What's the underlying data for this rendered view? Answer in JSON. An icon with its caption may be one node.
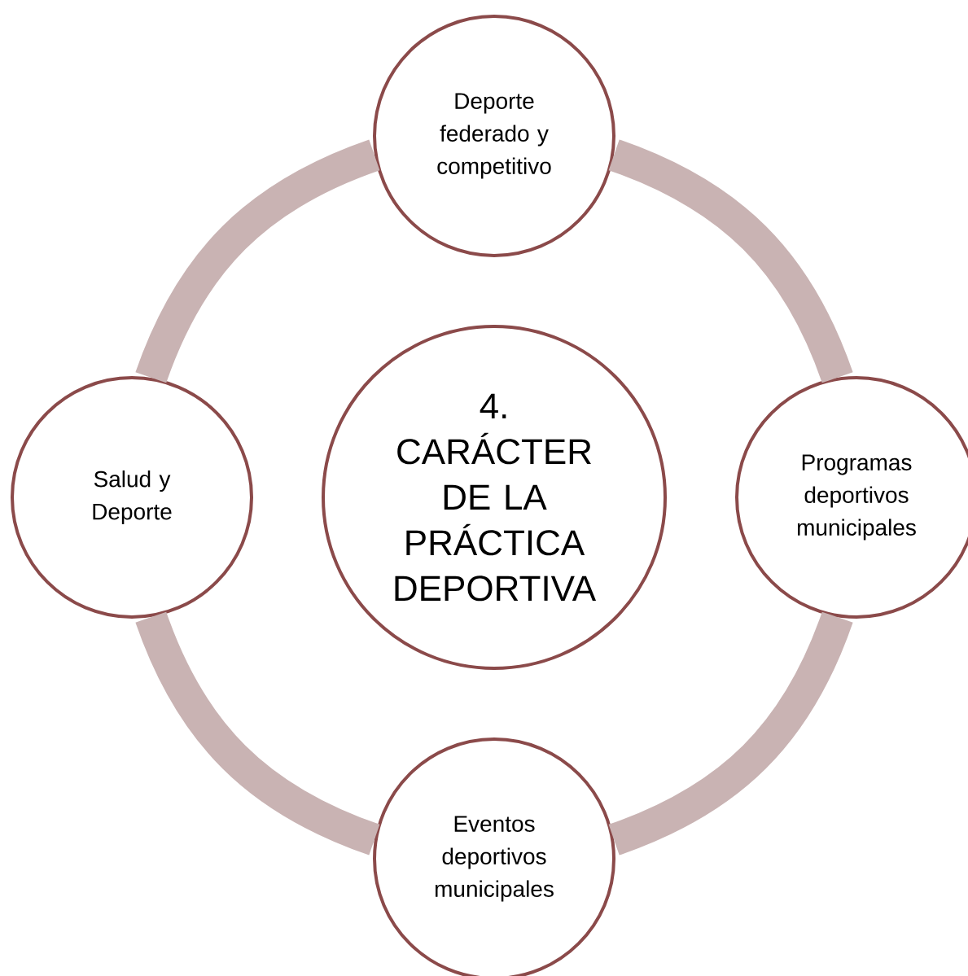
{
  "diagram": {
    "nodes": [
      {
        "text": [
          "Deporte federado y competitivo"
        ]
      },
      {
        "text": [
          "Salud y Deporte"
        ]
      },
      {
        "text": [
          "4.",
          "CARÁCTER DE LA PRÁCTICA DEPORTIVA"
        ]
      },
      {
        "text": [
          "Programas deportivos municipales"
        ]
      },
      {
        "text": [
          "Eventos deportivos municipales"
        ]
      }
    ],
    "edges": [
      {
        "from": 0,
        "to": 3,
        "arrow": "none"
      },
      {
        "from": 3,
        "to": 4,
        "arrow": "none"
      },
      {
        "from": 4,
        "to": 1,
        "arrow": "none"
      },
      {
        "from": 1,
        "to": 0,
        "arrow": "none"
      }
    ]
  }
}
